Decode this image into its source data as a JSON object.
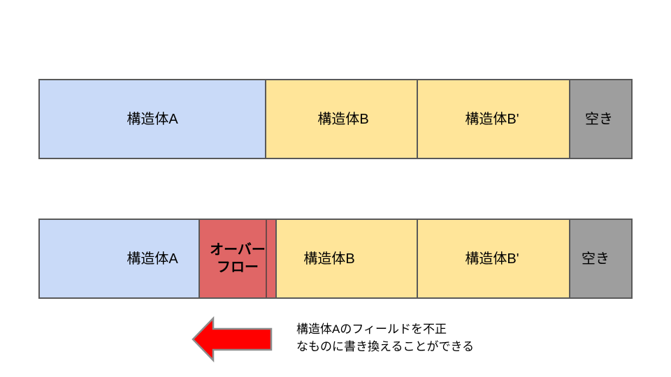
{
  "colors": {
    "struct_a_fill": "#c9daf8",
    "struct_b_fill": "#ffe599",
    "free_fill": "#9e9e9e",
    "overflow_fill": "#e06666",
    "arrow_fill": "#ff0000",
    "arrow_stroke": "#8c8c8c",
    "border": "#595959",
    "text": "#000000",
    "background": "#ffffff"
  },
  "memory_before": {
    "struct_a": "構造体A",
    "struct_b": "構造体B",
    "struct_b_prime": "構造体B'",
    "free": "空き"
  },
  "memory_after": {
    "struct_a": "構造体A",
    "overflow_line1": "オーバー",
    "overflow_line2": "フロー",
    "struct_b": "構造体B",
    "struct_b_prime": "構造体B'",
    "free": "空き"
  },
  "annotation": {
    "line1": "構造体Aのフィールドを不正",
    "line2": "なものに書き換えることができる"
  }
}
